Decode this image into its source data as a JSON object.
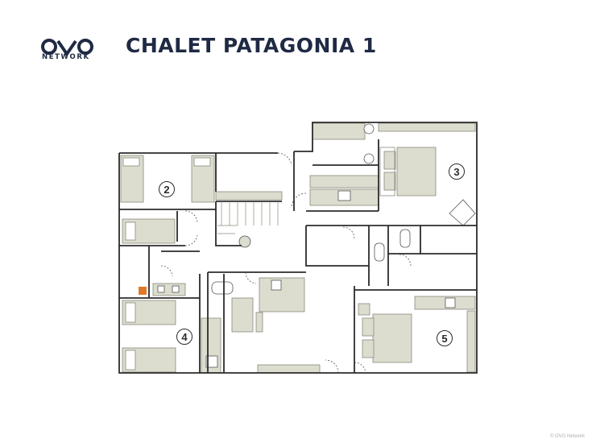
{
  "brand": {
    "name": "NETWORK",
    "logo": "ovo-logo"
  },
  "title": "CHALET PATAGONIA 1",
  "rooms": [
    "2",
    "3",
    "4",
    "5"
  ],
  "copyright": "© OVO Network",
  "colors": {
    "ink": "#1f2a44",
    "wall": "#2b2b2b",
    "furniture": "#dcdccf",
    "furniture_stroke": "#8a8a7c",
    "fireplace": "#e07a2a"
  }
}
